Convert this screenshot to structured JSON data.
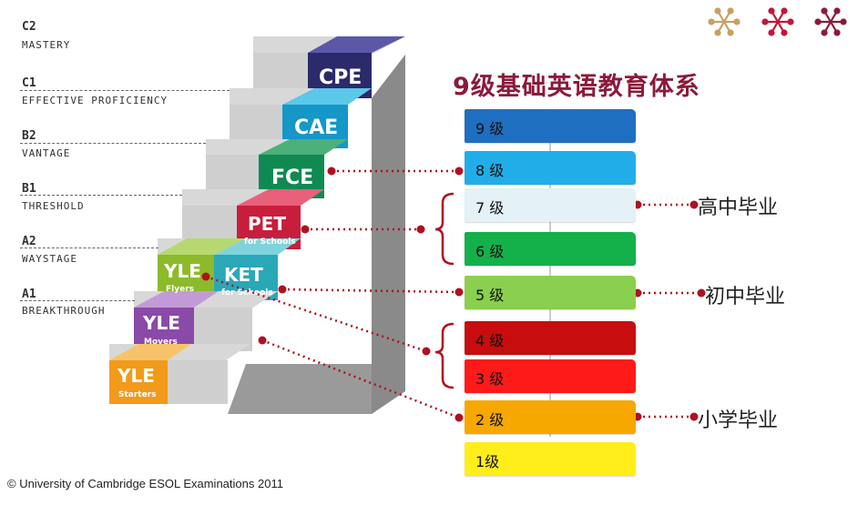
{
  "cefr_levels": [
    {
      "code": "C2",
      "name": "MASTERY"
    },
    {
      "code": "C1",
      "name": "EFFECTIVE PROFICIENCY"
    },
    {
      "code": "B2",
      "name": "VANTAGE"
    },
    {
      "code": "B1",
      "name": "THRESHOLD"
    },
    {
      "code": "A2",
      "name": "WAYSTAGE"
    },
    {
      "code": "A1",
      "name": "BREAKTHROUGH"
    }
  ],
  "exams": {
    "cpe": "CPE",
    "cae": "CAE",
    "fce": "FCE",
    "pet": "PET",
    "pet_sub": "for Schools",
    "ket": "KET",
    "ket_sub": "for Schools",
    "yle": "YLE",
    "flyers": "Flyers",
    "movers": "Movers",
    "starters": "Starters"
  },
  "title": "9级基础英语教育体系",
  "grades": [
    {
      "label": "9 级",
      "color": "#1f6fc0"
    },
    {
      "label": "8 级",
      "color": "#21aee8"
    },
    {
      "label": "7 级",
      "color": "#e4f1f6"
    },
    {
      "label": "6 级",
      "color": "#14b04a"
    },
    {
      "label": "5 级",
      "color": "#8bcf4e"
    },
    {
      "label": "4 级",
      "color": "#c70d0d"
    },
    {
      "label": "3 级",
      "color": "#ff1a1a"
    },
    {
      "label": "2 级",
      "color": "#f6a800"
    },
    {
      "label": "1级",
      "color": "#ffee1a"
    }
  ],
  "milestones": {
    "high_school": "高中毕业",
    "junior_high": "初中毕业",
    "primary": "小学毕业"
  },
  "copyright": "© University of Cambridge ESOL Examinations 2011",
  "colors": {
    "accent": "#8b1a3a",
    "connector": "#b01020"
  }
}
